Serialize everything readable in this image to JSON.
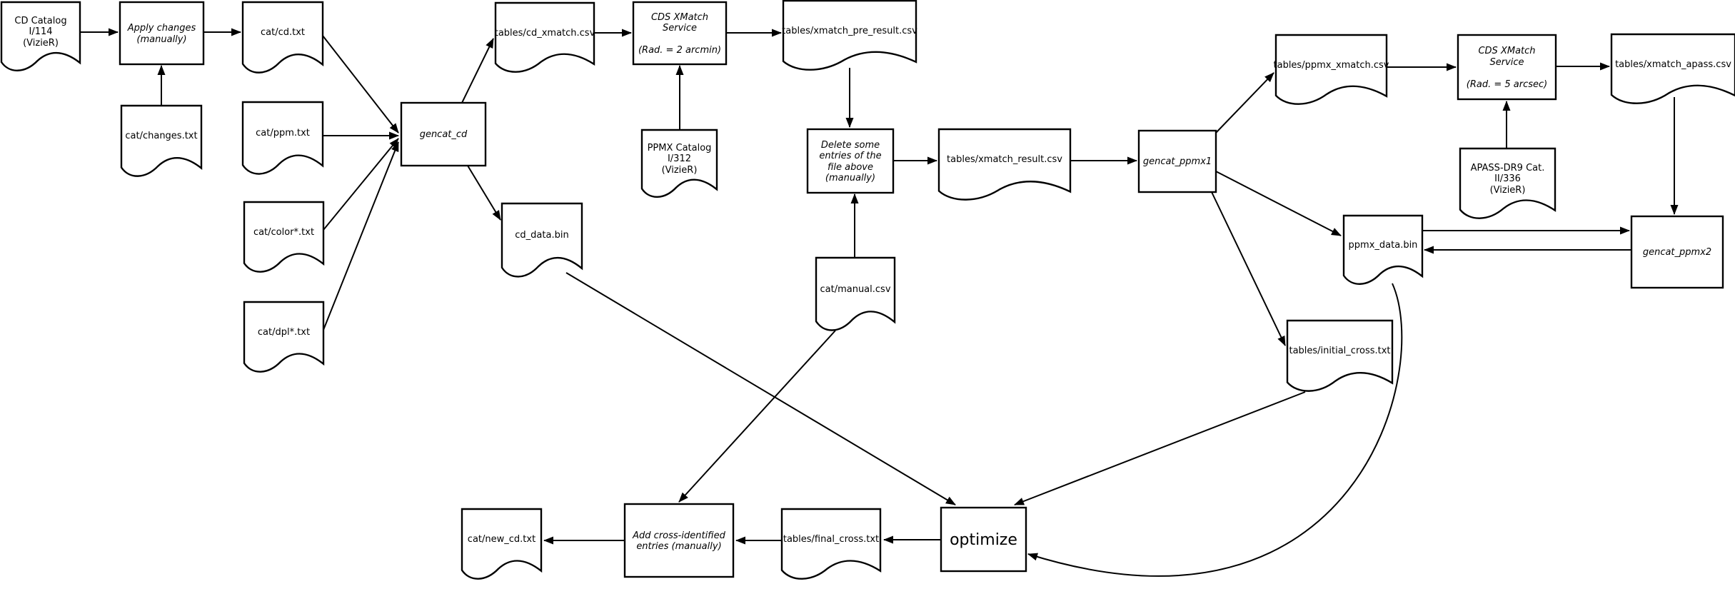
{
  "diagram": {
    "background_color": "#ffffff",
    "stroke_color": "#000000",
    "shape_meanings": {
      "document": "file",
      "rectangle": "process-step"
    }
  },
  "nodes": {
    "doc_cd_catalog": {
      "shape": "document",
      "label": "CD Catalog\nI/114\n(VizieR)"
    },
    "proc_apply_changes": {
      "shape": "rectangle",
      "label": "Apply changes\n(manually)"
    },
    "doc_cat_cd": {
      "shape": "document",
      "label": "cat/cd.txt"
    },
    "doc_cat_changes": {
      "shape": "document",
      "label": "cat/changes.txt"
    },
    "doc_cat_ppm": {
      "shape": "document",
      "label": "cat/ppm.txt"
    },
    "doc_cat_color": {
      "shape": "document",
      "label": "cat/color*.txt"
    },
    "doc_cat_dpl": {
      "shape": "document",
      "label": "cat/dpl*.txt"
    },
    "proc_gencat_cd": {
      "shape": "rectangle",
      "label": "gencat_cd"
    },
    "doc_tables_cd_xmatch": {
      "shape": "document",
      "label": "tables/cd_xmatch.csv"
    },
    "proc_cds_xmatch_1": {
      "shape": "rectangle",
      "label": "CDS XMatch\nService\n\n(Rad. = 2 arcmin)"
    },
    "doc_ppmx_catalog": {
      "shape": "document",
      "label": "PPMX Catalog\nI/312\n(VizieR)"
    },
    "doc_tables_xmatch_pre": {
      "shape": "document",
      "label": "tables/xmatch_pre_result.csv"
    },
    "proc_delete_entries": {
      "shape": "rectangle",
      "label": "Delete some\nentries of the\nfile above\n(manually)"
    },
    "doc_tables_xmatch_result": {
      "shape": "document",
      "label": "tables/xmatch_result.csv"
    },
    "doc_cat_manual": {
      "shape": "document",
      "label": "cat/manual.csv"
    },
    "doc_cd_data_bin": {
      "shape": "document",
      "label": "cd_data.bin"
    },
    "proc_gencat_ppmx1": {
      "shape": "rectangle",
      "label": "gencat_ppmx1"
    },
    "doc_tables_ppmx_xmatch": {
      "shape": "document",
      "label": "tables/ppmx_xmatch.csv"
    },
    "proc_cds_xmatch_2": {
      "shape": "rectangle",
      "label": "CDS XMatch\nService\n\n(Rad. = 5 arcsec)"
    },
    "doc_apass": {
      "shape": "document",
      "label": "APASS-DR9 Cat.\nII/336\n(VizieR)"
    },
    "doc_tables_xmatch_apass": {
      "shape": "document",
      "label": "tables/xmatch_apass.csv"
    },
    "doc_ppmx_data_bin": {
      "shape": "document",
      "label": "ppmx_data.bin"
    },
    "proc_gencat_ppmx2": {
      "shape": "rectangle",
      "label": "gencat_ppmx2"
    },
    "doc_initial_cross": {
      "shape": "document",
      "label": "tables/initial_cross.txt"
    },
    "proc_optimize": {
      "shape": "rectangle",
      "label": "optimize"
    },
    "doc_final_cross": {
      "shape": "document",
      "label": "tables/final_cross.txt"
    },
    "proc_add_cross": {
      "shape": "rectangle",
      "label": "Add cross-identified\nentries (manually)"
    },
    "doc_cat_new_cd": {
      "shape": "document",
      "label": "cat/new_cd.txt"
    }
  },
  "edges": [
    {
      "from": "doc_cd_catalog",
      "to": "proc_apply_changes"
    },
    {
      "from": "doc_cat_changes",
      "to": "proc_apply_changes"
    },
    {
      "from": "proc_apply_changes",
      "to": "doc_cat_cd"
    },
    {
      "from": "doc_cat_cd",
      "to": "proc_gencat_cd"
    },
    {
      "from": "doc_cat_ppm",
      "to": "proc_gencat_cd"
    },
    {
      "from": "doc_cat_color",
      "to": "proc_gencat_cd"
    },
    {
      "from": "doc_cat_dpl",
      "to": "proc_gencat_cd"
    },
    {
      "from": "proc_gencat_cd",
      "to": "doc_tables_cd_xmatch"
    },
    {
      "from": "doc_tables_cd_xmatch",
      "to": "proc_cds_xmatch_1"
    },
    {
      "from": "doc_ppmx_catalog",
      "to": "proc_cds_xmatch_1"
    },
    {
      "from": "proc_cds_xmatch_1",
      "to": "doc_tables_xmatch_pre"
    },
    {
      "from": "doc_tables_xmatch_pre",
      "to": "proc_delete_entries"
    },
    {
      "from": "proc_delete_entries",
      "to": "doc_tables_xmatch_result"
    },
    {
      "from": "doc_cat_manual",
      "to": "proc_delete_entries"
    },
    {
      "from": "doc_tables_xmatch_result",
      "to": "proc_gencat_ppmx1"
    },
    {
      "from": "proc_gencat_cd",
      "to": "doc_cd_data_bin"
    },
    {
      "from": "proc_gencat_ppmx1",
      "to": "doc_tables_ppmx_xmatch"
    },
    {
      "from": "doc_tables_ppmx_xmatch",
      "to": "proc_cds_xmatch_2"
    },
    {
      "from": "doc_apass",
      "to": "proc_cds_xmatch_2"
    },
    {
      "from": "proc_cds_xmatch_2",
      "to": "doc_tables_xmatch_apass"
    },
    {
      "from": "doc_tables_xmatch_apass",
      "to": "proc_gencat_ppmx2"
    },
    {
      "from": "proc_gencat_ppmx1",
      "to": "doc_ppmx_data_bin"
    },
    {
      "from": "proc_gencat_ppmx1",
      "to": "doc_initial_cross"
    },
    {
      "from": "doc_ppmx_data_bin",
      "to": "proc_gencat_ppmx2"
    },
    {
      "from": "proc_gencat_ppmx2",
      "to": "doc_ppmx_data_bin"
    },
    {
      "from": "doc_cd_data_bin",
      "to": "proc_optimize"
    },
    {
      "from": "doc_cat_manual",
      "to": "proc_add_cross"
    },
    {
      "from": "doc_initial_cross",
      "to": "proc_optimize"
    },
    {
      "from": "proc_optimize",
      "to": "doc_final_cross"
    },
    {
      "from": "doc_final_cross",
      "to": "proc_add_cross"
    },
    {
      "from": "proc_add_cross",
      "to": "doc_cat_new_cd"
    },
    {
      "from": "doc_ppmx_data_bin",
      "to": "proc_optimize"
    }
  ]
}
